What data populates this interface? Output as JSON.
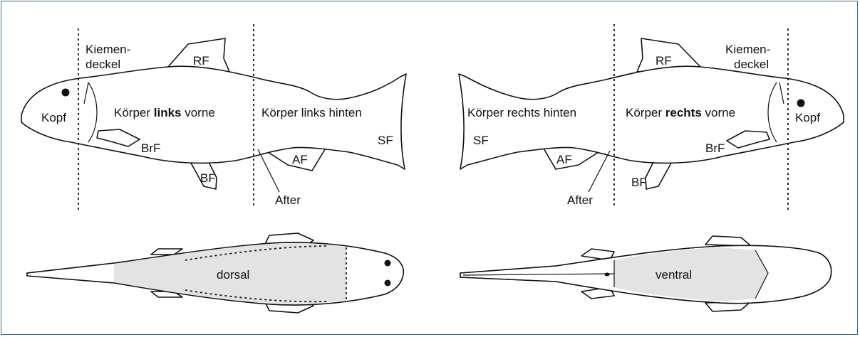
{
  "side_left": {
    "gill_cover_line1": "Kiemen-",
    "gill_cover_line2": "deckel",
    "head": "Kopf",
    "body_front_pre": "Körper ",
    "body_front_bold": "links",
    "body_front_post": " vorne",
    "body_rear": "Körper links hinten",
    "dorsal_fin": "RF",
    "pectoral_fin": "BrF",
    "pelvic_fin": "BF",
    "anal_fin": "AF",
    "caudal_fin": "SF",
    "anus": "After"
  },
  "side_right": {
    "gill_cover_line1": "Kiemen-",
    "gill_cover_line2": "deckel",
    "head": "Kopf",
    "body_front_pre": "Körper ",
    "body_front_bold": "rechts",
    "body_front_post": " vorne",
    "body_rear": "Körper rechts hinten",
    "dorsal_fin": "RF",
    "pectoral_fin": "BrF",
    "pelvic_fin": "BF",
    "anal_fin": "AF",
    "caudal_fin": "SF",
    "anus": "After"
  },
  "top_view": {
    "dorsal_label": "dorsal",
    "ventral_label": "ventral"
  },
  "colors": {
    "frame_border": "#3c6e8c",
    "zone_fill": "#e3e3e3",
    "outline": "#111111"
  }
}
